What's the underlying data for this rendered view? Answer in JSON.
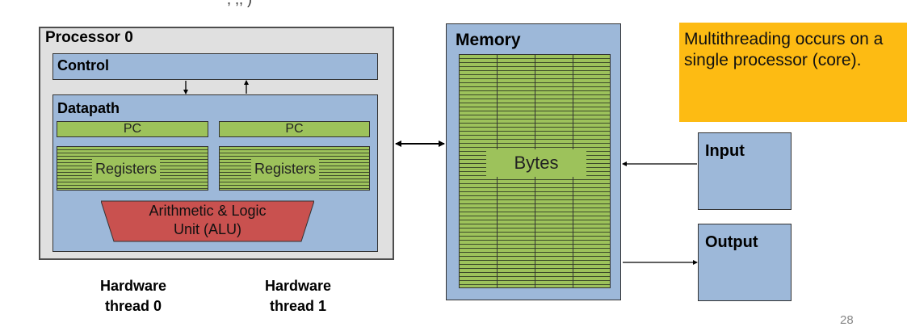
{
  "top_fragment": ", ,, )",
  "processor": {
    "title": "Processor 0",
    "control": "Control",
    "datapath": "Datapath",
    "pc_labels": [
      "PC",
      "PC"
    ],
    "register_labels": [
      "Registers",
      "Registers"
    ],
    "alu_label": "Arithmetic & Logic\nUnit (ALU)"
  },
  "threads": [
    "Hardware\nthread 0",
    "Hardware\nthread 1"
  ],
  "memory": {
    "title": "Memory",
    "bytes": "Bytes"
  },
  "io": {
    "input": "Input",
    "output": "Output"
  },
  "note": "Multithreading occurs on a single processor (core).",
  "page_number": "28",
  "colors": {
    "panel_blue": "#9db8d9",
    "register_green": "#9dc25b",
    "alu_red": "#c9514f",
    "note_orange": "#fdbb13",
    "processor_gray": "#e0e0e0"
  }
}
